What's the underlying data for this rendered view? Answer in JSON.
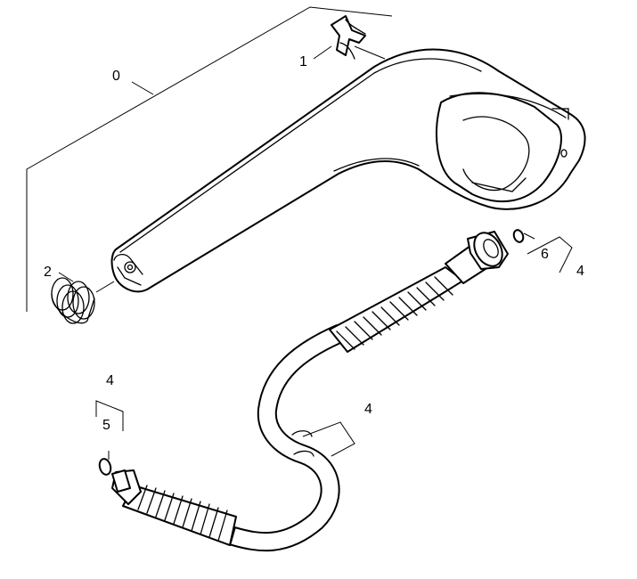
{
  "labels": {
    "gun_body": "0",
    "clip": "1",
    "spring": "2",
    "hose_top_ref": "4",
    "hose_mid_ref": "4",
    "oring_top_ref": "4",
    "oring_top": "6",
    "oring_left_ref": "4",
    "oring_left": "5"
  }
}
